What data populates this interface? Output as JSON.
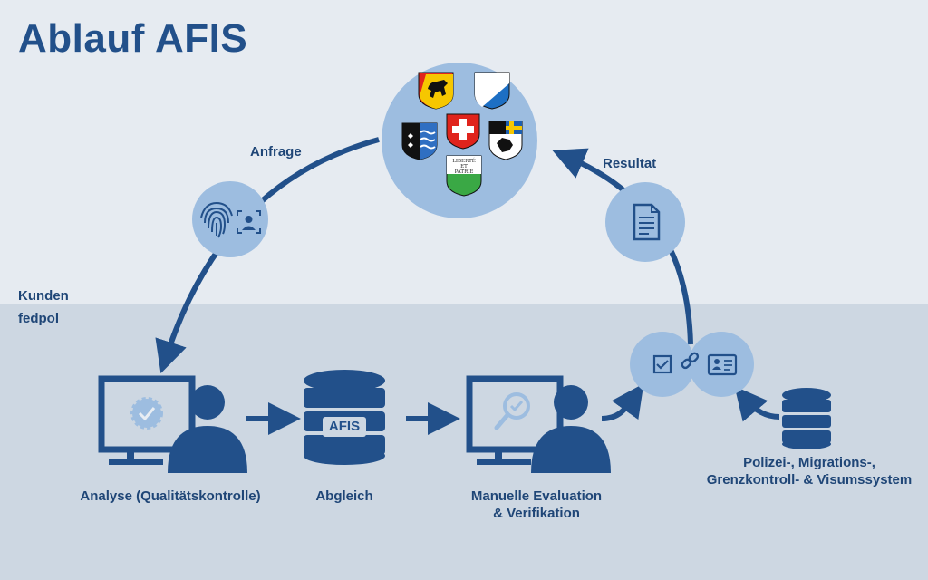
{
  "title": "Ablauf AFIS",
  "labels": {
    "anfrage": "Anfrage",
    "resultat": "Resultat",
    "kunden": "Kunden",
    "fedpol": "fedpol",
    "analyse": "Analyse (Qualitätskontrolle)",
    "abgleich": "Abgleich",
    "manuelle_line1": "Manuelle Evaluation",
    "manuelle_line2": "& Verifikation",
    "polizei_line1": "Polizei-, Migrations-,",
    "polizei_line2": "Grenzkontroll- & Visumssystem"
  },
  "db_label": "AFIS",
  "flag_vd": {
    "line1": "LIBERTÉ",
    "line2": "ET",
    "line3": "PATRIE"
  },
  "colors": {
    "dark_blue": "#22508a",
    "mid_blue": "#9dbde0",
    "light_blue": "#b3cdea",
    "top_band": "#e6ebf1",
    "bottom_band": "#cdd7e2"
  },
  "icons": [
    "fingerprint-icon",
    "face-id-icon",
    "document-icon",
    "checkbox-icon",
    "link-icon",
    "id-card-icon",
    "database-icon",
    "monitor-user-icon",
    "search-icon",
    "badge-check-icon"
  ]
}
